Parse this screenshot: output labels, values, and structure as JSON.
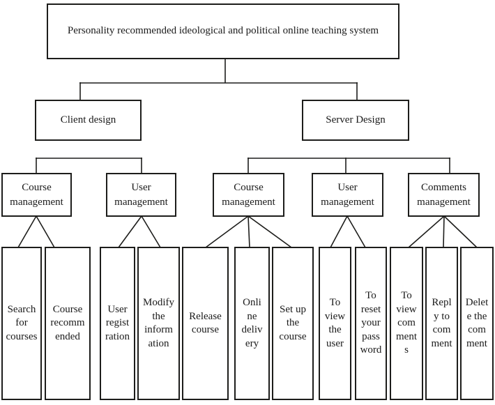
{
  "colors": {
    "ink": "#1d1d1b",
    "background": "#ffffff"
  },
  "tree": {
    "root": {
      "label": "Personality recommended ideological and political online teaching system"
    },
    "client": {
      "label": "Client design",
      "course_management": {
        "label": "Course\nmanagement",
        "search_for_courses": "Search\nfor\ncourses",
        "course_recommended": "Course\nrecomm\nended"
      },
      "user_management": {
        "label": "User\nmanagement",
        "user_registration": "User\nregist\nration",
        "modify_the_information": "Modify\nthe\ninform\nation"
      }
    },
    "server": {
      "label": "Server Design",
      "course_management": {
        "label": "Course\nmanagement",
        "release_course": "Release\ncourse",
        "online_delivery": "Onli\nne\ndeliv\nery",
        "set_up_the_course": "Set up\nthe\ncourse"
      },
      "user_management": {
        "label": "User\nmanagement",
        "to_view_the_user": "To\nview\nthe\nuser",
        "to_reset_your_password": "To\nreset\nyour\npass\nword"
      },
      "comments_management": {
        "label": "Comments\nmanagement",
        "to_view_comments": "To\nview\ncom\nment\ns",
        "reply_to_comment": "Repl\ny to\ncom\nment",
        "delete_the_comment": "Delet\ne the\ncom\nment"
      }
    }
  }
}
